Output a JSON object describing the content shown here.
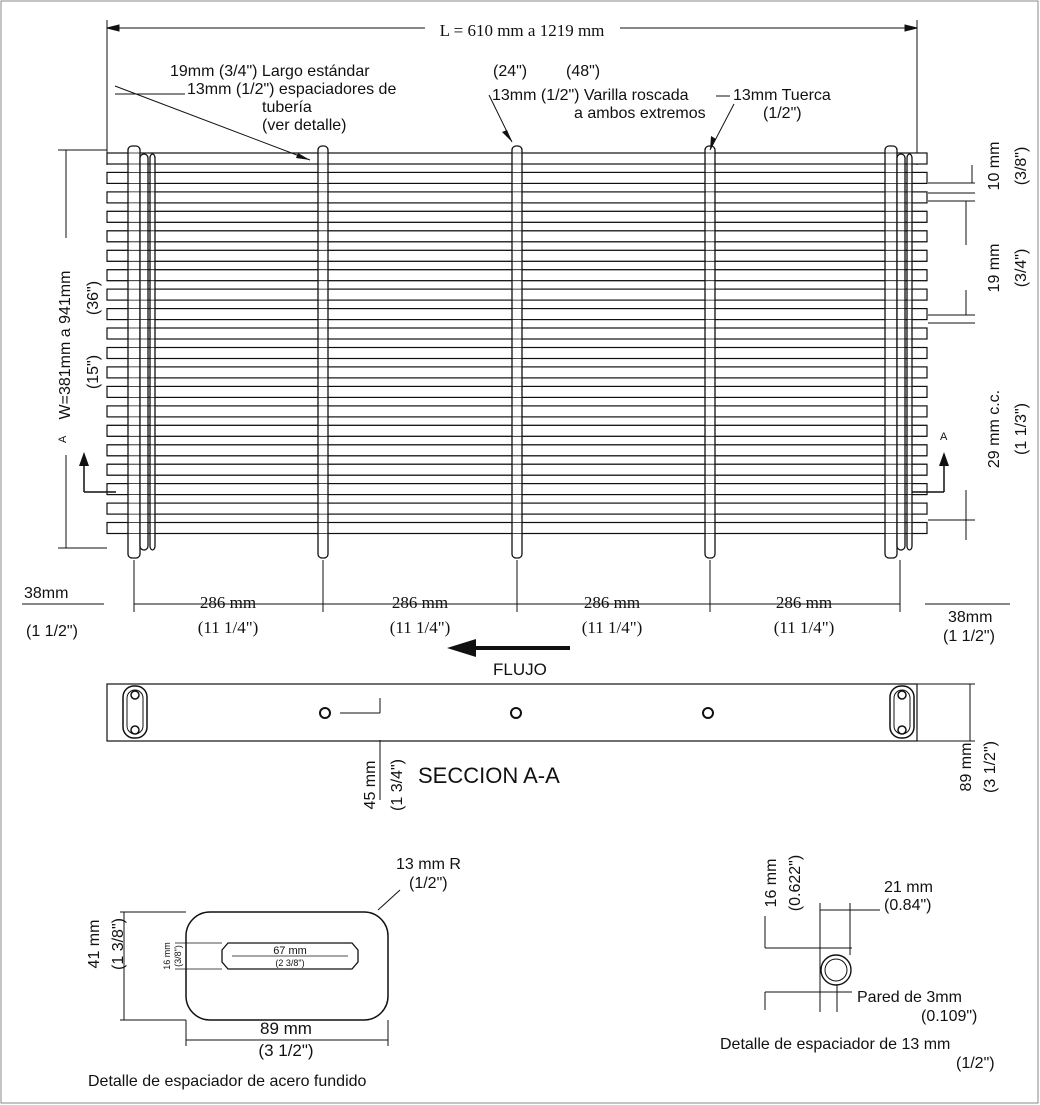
{
  "top_dimension": {
    "length": "L = 610 mm a 1219 mm"
  },
  "callouts": {
    "spacer_std_1": "19mm (3/4\") Largo estándar",
    "spacer_std_2": "13mm (1/2\") espaciadores de",
    "spacer_std_3": "tubería",
    "spacer_std_4": "(ver detalle)",
    "len_24": "(24\")",
    "len_48": "(48\")",
    "rod_1": "13mm (1/2\") Varilla roscada",
    "rod_2": "a ambos extremos",
    "nut_1": "13mm Tuerca",
    "nut_2": "(1/2\")"
  },
  "width_dimension": {
    "mm": "W=381mm a 941mm",
    "in_max": "(36\")",
    "in_min": "(15\")"
  },
  "right_dims": {
    "bar_mm": "10 mm",
    "bar_in": "(3/8\")",
    "gap_mm": "19 mm",
    "gap_in": "(3/4\")",
    "cc_mm": "29 mm c.c.",
    "cc_in": "(1 1/3\")"
  },
  "section_mark": "A",
  "bottom_dims": {
    "edge_mm": "38mm",
    "edge_in": "(1 1/2\")",
    "span_mm": "286 mm",
    "span_in": "(11 1/4\")"
  },
  "flow": "FLUJO",
  "section": {
    "title": "SECCION A-A",
    "depth_mm": "45 mm",
    "depth_in": "(1 3/4\")",
    "height_mm": "89 mm",
    "height_in": "(3 1/2\")"
  },
  "cast_detail": {
    "radius_mm": "13 mm R",
    "radius_in": "(1/2\")",
    "height_mm": "41 mm",
    "height_in": "(1 3/8\")",
    "slot_h_mm": "16 mm",
    "slot_h_in": "(3/8\")",
    "slot_w_mm": "67 mm",
    "slot_w_in": "(2 3/8\")",
    "width_mm": "89 mm",
    "width_in": "(3 1/2\")",
    "caption": "Detalle de espaciador de acero fundido"
  },
  "pipe_detail": {
    "len_mm": "16 mm",
    "len_in": "(0.622\")",
    "od_mm": "21 mm",
    "od_in": "(0.84\")",
    "wall_mm": "Pared de 3mm",
    "wall_in": "(0.109\")",
    "caption_1": "Detalle de espaciador de 13 mm",
    "caption_2": "(1/2\")"
  }
}
